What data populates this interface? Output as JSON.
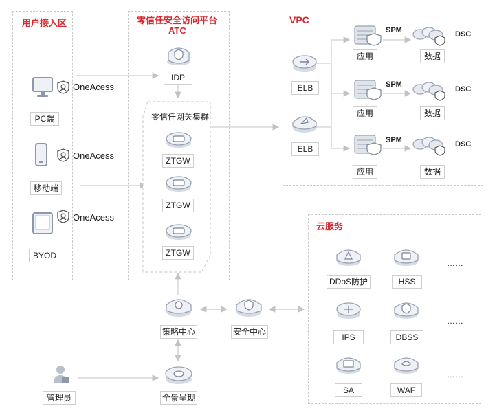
{
  "zones": {
    "user_access": "用户接入区",
    "atc_line1": "零信任安全访问平台",
    "atc_line2": "ATC",
    "vpc": "VPC",
    "cloud": "云服务"
  },
  "user_zone": {
    "pc": "PC端",
    "mobile": "移动端",
    "byod": "BYOD",
    "oneaccess": [
      "OneAcess",
      "OneAcess",
      "OneAcess"
    ]
  },
  "atc": {
    "idp": "IDP",
    "cluster": "零信任网关集群",
    "ztgw": [
      "ZTGW",
      "ZTGW",
      "ZTGW"
    ]
  },
  "vpc": {
    "elb": [
      "ELB",
      "ELB"
    ],
    "spm": [
      "SPM",
      "SPM",
      "SPM"
    ],
    "dsc": [
      "DSC",
      "DSC",
      "DSC"
    ],
    "app": [
      "应用",
      "应用",
      "应用"
    ],
    "data": [
      "数据",
      "数据",
      "数据"
    ]
  },
  "cloud": {
    "items": [
      "DDoS防护",
      "HSS",
      "IPS",
      "DBSS",
      "SA",
      "WAF"
    ],
    "more": [
      "……",
      "……",
      "……"
    ]
  },
  "bottom": {
    "policy": "策略中心",
    "security": "安全中心",
    "panorama": "全景呈现",
    "admin": "管理员"
  }
}
